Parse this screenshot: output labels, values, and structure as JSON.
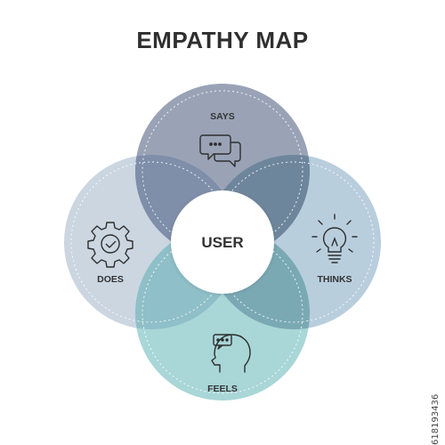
{
  "title": "EMPATHY MAP",
  "center": {
    "label": "USER"
  },
  "quadrants": {
    "says": {
      "label": "SAYS",
      "icon": "speech-bubbles-icon",
      "color": "#9aa3b6"
    },
    "thinks": {
      "label": "THINKS",
      "icon": "lightbulb-icon",
      "color": "#b9cedd"
    },
    "does": {
      "label": "DOES",
      "icon": "gear-check-icon",
      "color": "#cbd6e1"
    },
    "feels": {
      "label": "FEELS",
      "icon": "head-chat-icon",
      "color": "#a9d6d7"
    }
  },
  "overlap_colors": {
    "says_does": "#7f8ea9",
    "says_thinks": "#6e869c",
    "does_feels": "#8fbfc8",
    "thinks_feels": "#7aa9b4"
  },
  "watermark_id": "618193436"
}
